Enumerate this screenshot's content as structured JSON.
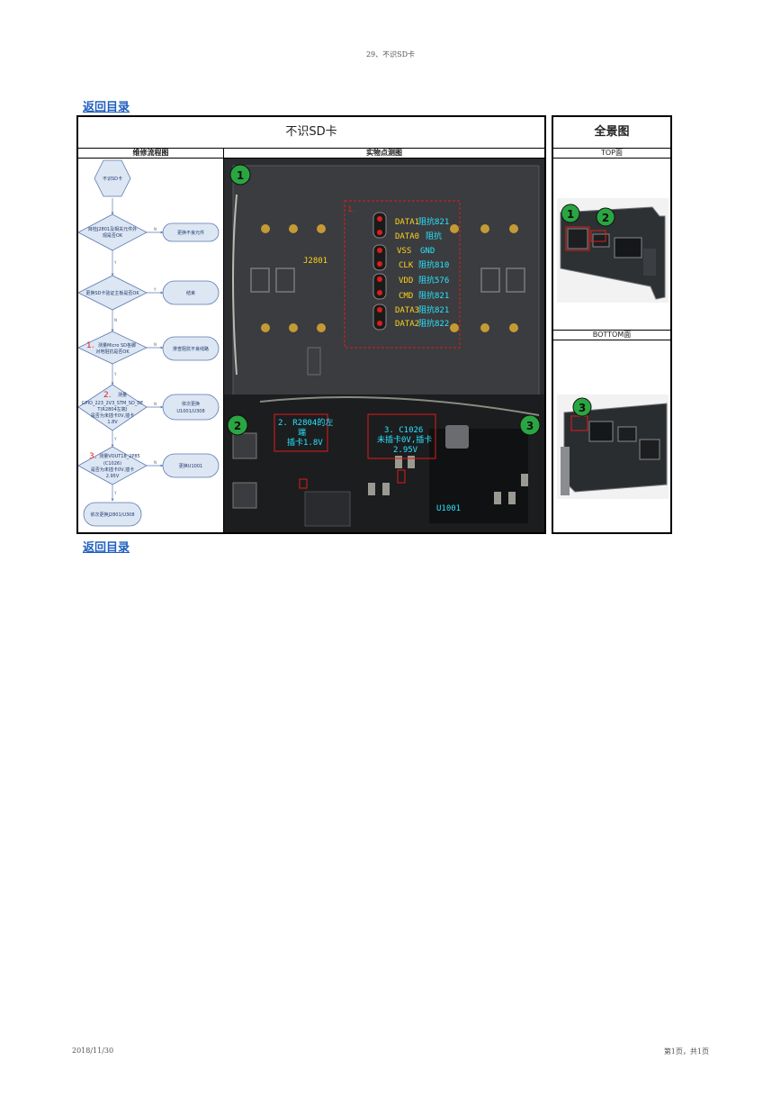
{
  "header": {
    "page_title": "29、不识SD卡"
  },
  "links": {
    "back_top": "返回目录",
    "back_bottom": "返回目录"
  },
  "main_table": {
    "title": "不识SD卡",
    "col_left": "维修流程图",
    "col_right": "实物点测图"
  },
  "side_table": {
    "title": "全景图",
    "top_label": "TOP面",
    "bottom_label": "BOTTOM面"
  },
  "flow": {
    "start": "不识SD卡",
    "d1": [
      "目检J2801及相关元件外",
      "观是否OK"
    ],
    "a1": "更换不良元件",
    "d2": "更换SD卡验证主板是否OK",
    "a2": "结束",
    "d3_num": "1.",
    "d3": [
      "测量Micro SD各脚",
      "对地阻抗是否OK"
    ],
    "a3": "排查阻抗不良线路",
    "d4_num": "2.",
    "d4": [
      "测量",
      "GPIO_223_2V3_STM_SD_DE",
      "T(R2804左端)",
      "是否为未插卡0V,插卡",
      "1.8V"
    ],
    "a4": [
      "依次更换",
      "U1001/U308"
    ],
    "d5_num": "3.",
    "d5": [
      "测量VOUT18_2P85",
      "(C1026)",
      "是否为未插卡0V,插卡",
      "2.95V"
    ],
    "a5": "更换U1001",
    "end": "依次更换J2801/U308",
    "y": "Y",
    "n": "N"
  },
  "photo": {
    "connector": "J2801",
    "chip": "U1001",
    "box1_num": "1.",
    "pins": [
      {
        "name": "DATA1",
        "desc": "阻抗821"
      },
      {
        "name": "DATA0",
        "desc": "阻抗"
      },
      {
        "name": "VSS",
        "desc": "GND"
      },
      {
        "name": "CLK",
        "desc": "阻抗810"
      },
      {
        "name": "VDD",
        "desc": "阻抗576"
      },
      {
        "name": "CMD",
        "desc": "阻抗821"
      },
      {
        "name": "DATA3",
        "desc": "阻抗821"
      },
      {
        "name": "DATA2",
        "desc": "阻抗822"
      }
    ],
    "box2": [
      "2. R2804的左",
      "端",
      "插卡1.8V"
    ],
    "box3": [
      "3. C1026",
      "未插卡0V,插卡",
      "2.95V"
    ],
    "badges": [
      "1",
      "2",
      "3"
    ]
  },
  "footer": {
    "date": "2018/11/30",
    "page": "第1页，共1页"
  },
  "colors": {
    "link": "#1f5fbf",
    "flow_fill": "#dde6f3",
    "flow_stroke": "#5a7ab0",
    "badge_green": "#29a642",
    "annotation_red": "#e01b1b",
    "pin_label": "#ffd21f",
    "desc_cyan": "#29e6ff"
  }
}
